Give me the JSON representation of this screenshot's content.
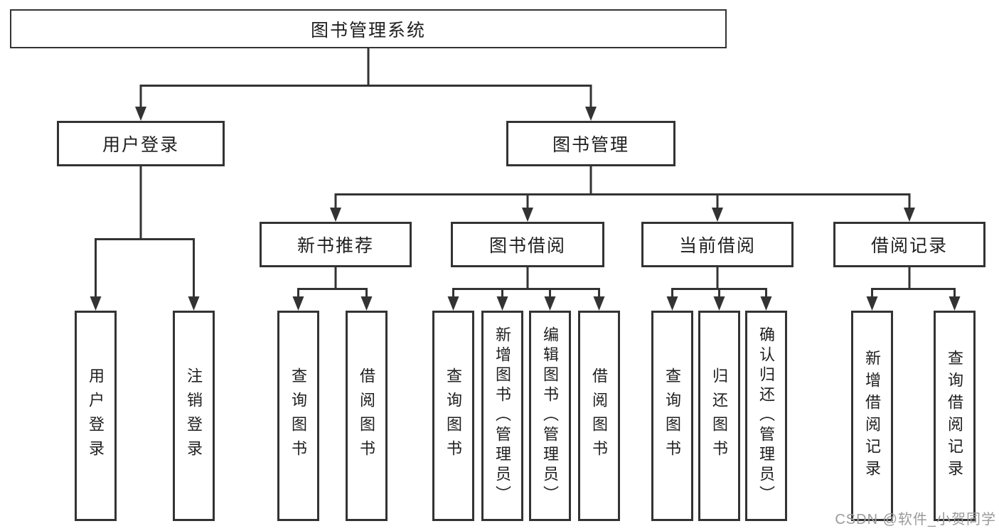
{
  "diagram": {
    "title": "图书管理系统",
    "level2": {
      "user_login": "用户登录",
      "book_management": "图书管理"
    },
    "level3": {
      "new_book_recommend": "新书推荐",
      "book_borrowing": "图书借阅",
      "current_borrowing": "当前借阅",
      "borrow_records": "借阅记录"
    },
    "leaves": {
      "user": [
        "用户登录",
        "注销登录"
      ],
      "recommend": [
        "查询图书",
        "借阅图书"
      ],
      "borrow": [
        "查询图书",
        "新增图书（管理员）",
        "编辑图书（管理员）",
        "借阅图书"
      ],
      "current": [
        "查询图书",
        "归还图书",
        "确认归还（管理员）"
      ],
      "records": [
        "新增借阅记录",
        "查询借阅记录"
      ]
    }
  },
  "watermark": "CSDN @软件_小贺同学",
  "colors": {
    "line": "#333333",
    "box_background": "#ffffff",
    "text": "#1f1f1f",
    "watermark": "#9a9a9a"
  }
}
